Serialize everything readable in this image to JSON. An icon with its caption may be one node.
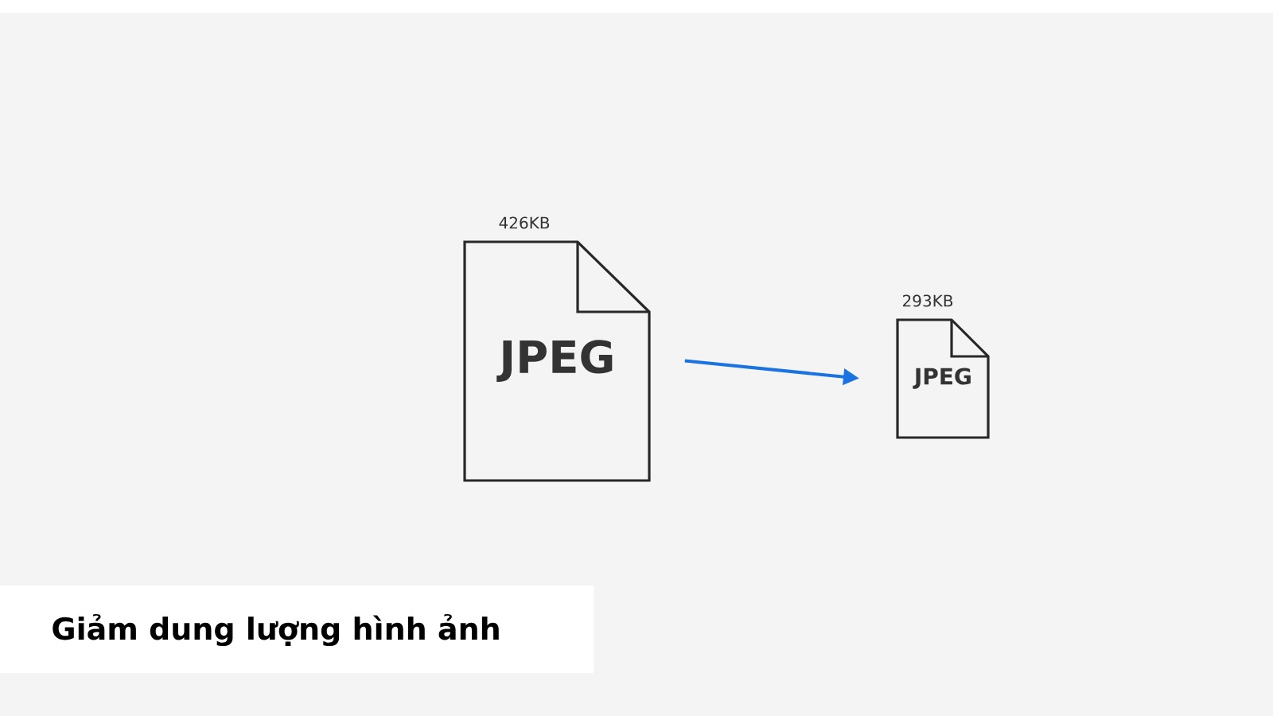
{
  "diagram": {
    "caption": "Giảm dung lượng hình ảnh",
    "nodes": [
      {
        "text": [
          "JPEG"
        ],
        "beside": [
          "426KB"
        ]
      },
      {
        "text": [
          "JPEG"
        ],
        "beside": [
          "293KB"
        ]
      }
    ],
    "edges": [
      {
        "from": 0,
        "to": 1,
        "arrow": "to",
        "color": "#1a73e0"
      }
    ]
  }
}
